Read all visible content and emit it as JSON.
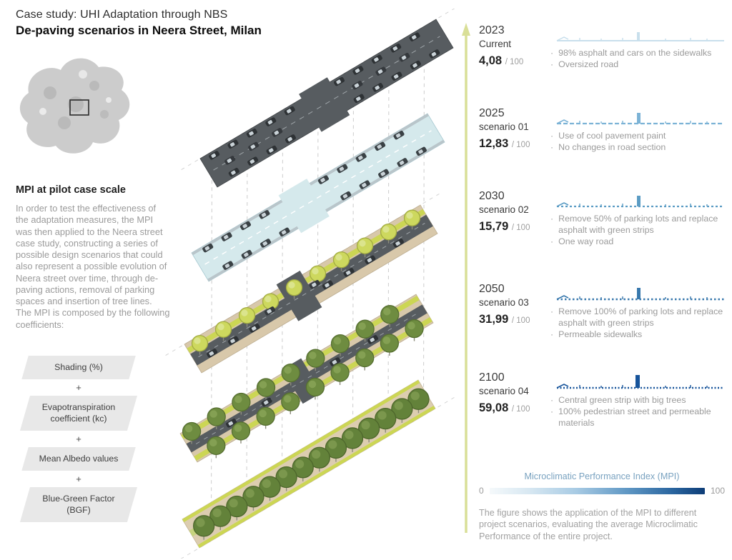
{
  "header": {
    "title": "Case study: UHI Adaptation through NBS",
    "subtitle": "De-paving scenarios in Neera Street, Milan"
  },
  "sidebar": {
    "section_title": "MPI at pilot case scale",
    "body": "In order to test the effectiveness of the adaptation measures, the MPI was then applied to the Neera street case study, constructing a series of possible design scenarios that could also represent a possible evolution of Neera street over time, through de-paving actions, removal of parking spaces and insertion of tree lines. The MPI is composed by the following coefficients:",
    "plus_sign": "+",
    "coefficients": [
      "Shading (%)",
      "Evapotranspiration coefficient (kc)",
      "Mean Albedo values",
      "Blue-Green Factor (BGF)"
    ]
  },
  "scenarios": [
    {
      "year": "2023",
      "label": "Current",
      "value": "4,08",
      "denominator": "/ 100",
      "bullets": [
        "98% asphalt and cars on the sidewalks",
        "Oversized road"
      ]
    },
    {
      "year": "2025",
      "label": "scenario 01",
      "value": "12,83",
      "denominator": "/ 100",
      "bullets": [
        "Use of cool pavement paint",
        "No changes in road section"
      ]
    },
    {
      "year": "2030",
      "label": "scenario 02",
      "value": "15,79",
      "denominator": "/ 100",
      "bullets": [
        "Remove 50% of parking lots and replace asphalt with green strips",
        "One way road"
      ]
    },
    {
      "year": "2050",
      "label": "scenario 03",
      "value": "31,99",
      "denominator": "/ 100",
      "bullets": [
        "Remove 100% of parking lots and replace asphalt with green strips",
        "Permeable sidewalks"
      ]
    },
    {
      "year": "2100",
      "label": "scenario 04",
      "value": "59,08",
      "denominator": "/ 100",
      "bullets": [
        "Central green strip with big trees",
        "100% pedestrian street and permeable materials"
      ]
    }
  ],
  "legend": {
    "title": "Microclimatic Performance Index (MPI)",
    "min": "0",
    "max": "100"
  },
  "caption": "The figure shows the application of the MPI to different project scenarios, evaluating the average Microclimatic Performance of the entire project.",
  "ui": {
    "bullet": "·"
  },
  "colors": {
    "timeline_arrow": "#d9df97",
    "mpi_dark": "#0e3d77",
    "mpi_light": "#d8e8f2",
    "green_strip": "#ccd654",
    "tree_dark": "#63823a",
    "tree_light": "#cdd85e",
    "asphalt": "#575c60",
    "cool_pavement": "#d5e9ec",
    "permeable_ground": "#d8c8aa"
  }
}
